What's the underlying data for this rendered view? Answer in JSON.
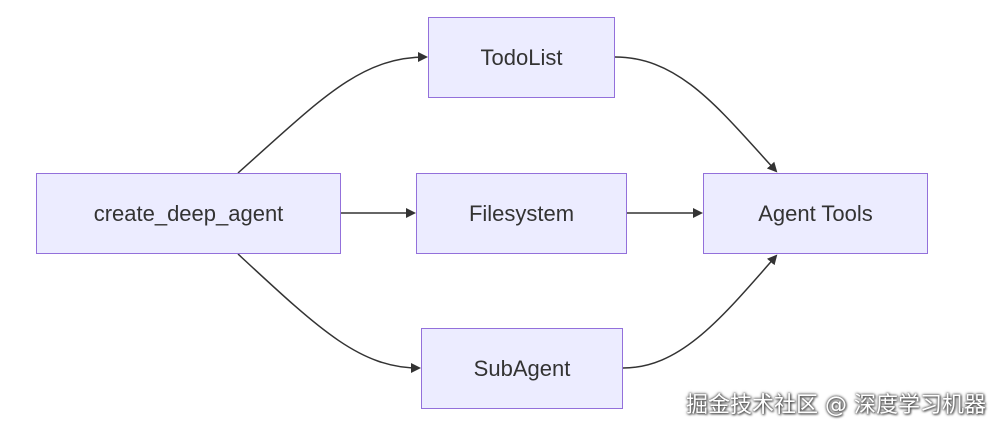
{
  "diagram": {
    "nodes": {
      "create": "create_deep_agent",
      "todo": "TodoList",
      "fs": "Filesystem",
      "sub": "SubAgent",
      "tools": "Agent Tools"
    },
    "edges": [
      {
        "from": "create_deep_agent",
        "to": "TodoList"
      },
      {
        "from": "create_deep_agent",
        "to": "Filesystem"
      },
      {
        "from": "create_deep_agent",
        "to": "SubAgent"
      },
      {
        "from": "TodoList",
        "to": "Agent Tools"
      },
      {
        "from": "Filesystem",
        "to": "Agent Tools"
      },
      {
        "from": "SubAgent",
        "to": "Agent Tools"
      }
    ],
    "node_fill": "#ECECFF",
    "node_border": "#9370DB",
    "edge_color": "#333333"
  },
  "watermark": "掘金技术社区 @ 深度学习机器"
}
